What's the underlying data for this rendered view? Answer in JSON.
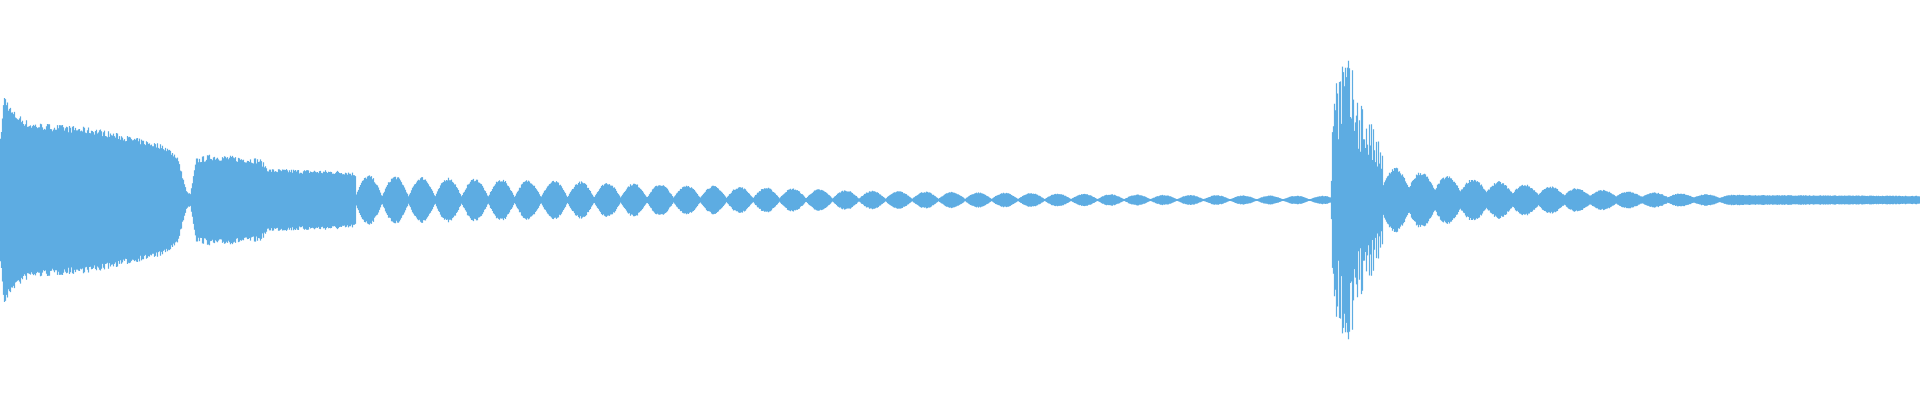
{
  "waveform": {
    "color": "#5dace2",
    "background": "#ffffff",
    "envelope": [
      [
        0.0,
        0.3
      ],
      [
        0.002,
        0.52
      ],
      [
        0.006,
        0.44
      ],
      [
        0.015,
        0.38
      ],
      [
        0.05,
        0.35
      ],
      [
        0.085,
        0.27
      ],
      [
        0.092,
        0.22
      ],
      [
        0.097,
        0.04
      ],
      [
        0.099,
        0.03
      ],
      [
        0.102,
        0.2
      ],
      [
        0.11,
        0.22
      ],
      [
        0.135,
        0.2
      ],
      [
        0.14,
        0.15
      ],
      [
        0.18,
        0.14
      ],
      [
        0.19,
        0.12
      ],
      [
        0.3,
        0.09
      ],
      [
        0.45,
        0.045
      ],
      [
        0.6,
        0.025
      ],
      [
        0.693,
        0.02
      ],
      [
        0.694,
        0.45
      ],
      [
        0.7,
        0.55
      ],
      [
        0.71,
        0.35
      ],
      [
        0.72,
        0.17
      ],
      [
        0.75,
        0.12
      ],
      [
        0.8,
        0.07
      ],
      [
        0.85,
        0.04
      ],
      [
        0.9,
        0.025
      ],
      [
        1.0,
        0.02
      ]
    ],
    "pulse_segments": [
      {
        "from": 0.185,
        "to": 0.693,
        "period": 0.0138,
        "depth": 0.85
      },
      {
        "from": 0.72,
        "to": 0.9,
        "period": 0.0135,
        "depth": 0.6
      }
    ]
  }
}
